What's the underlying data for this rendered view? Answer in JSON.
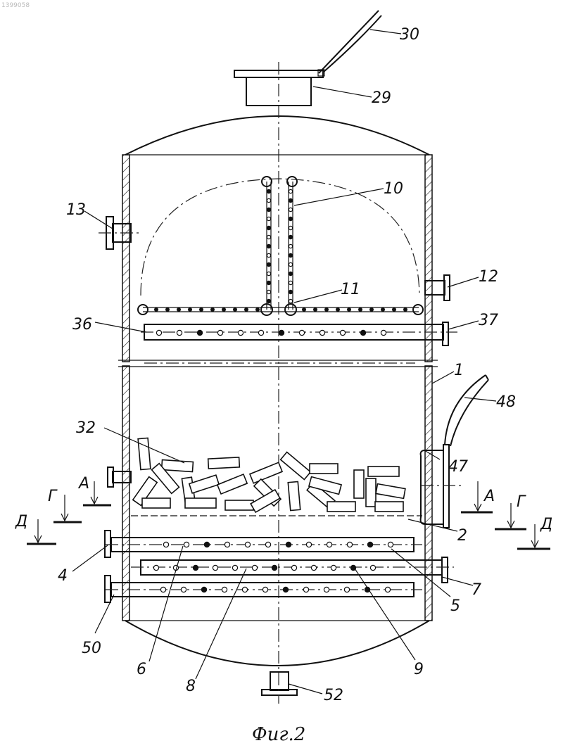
{
  "document_id": "1399058",
  "caption": "Фиг.2",
  "labels": {
    "l1": "1",
    "l2": "2",
    "l4": "4",
    "l5": "5",
    "l6": "6",
    "l7": "7",
    "l8": "8",
    "l9": "9",
    "l10": "10",
    "l11": "11",
    "l12": "12",
    "l13": "13",
    "l29": "29",
    "l30": "30",
    "l32": "32",
    "l36": "36",
    "l37": "37",
    "l47": "47",
    "l48": "48",
    "l50": "50",
    "l52": "52"
  },
  "section_marks": {
    "a": "А",
    "g": "Г",
    "d": "Д"
  }
}
